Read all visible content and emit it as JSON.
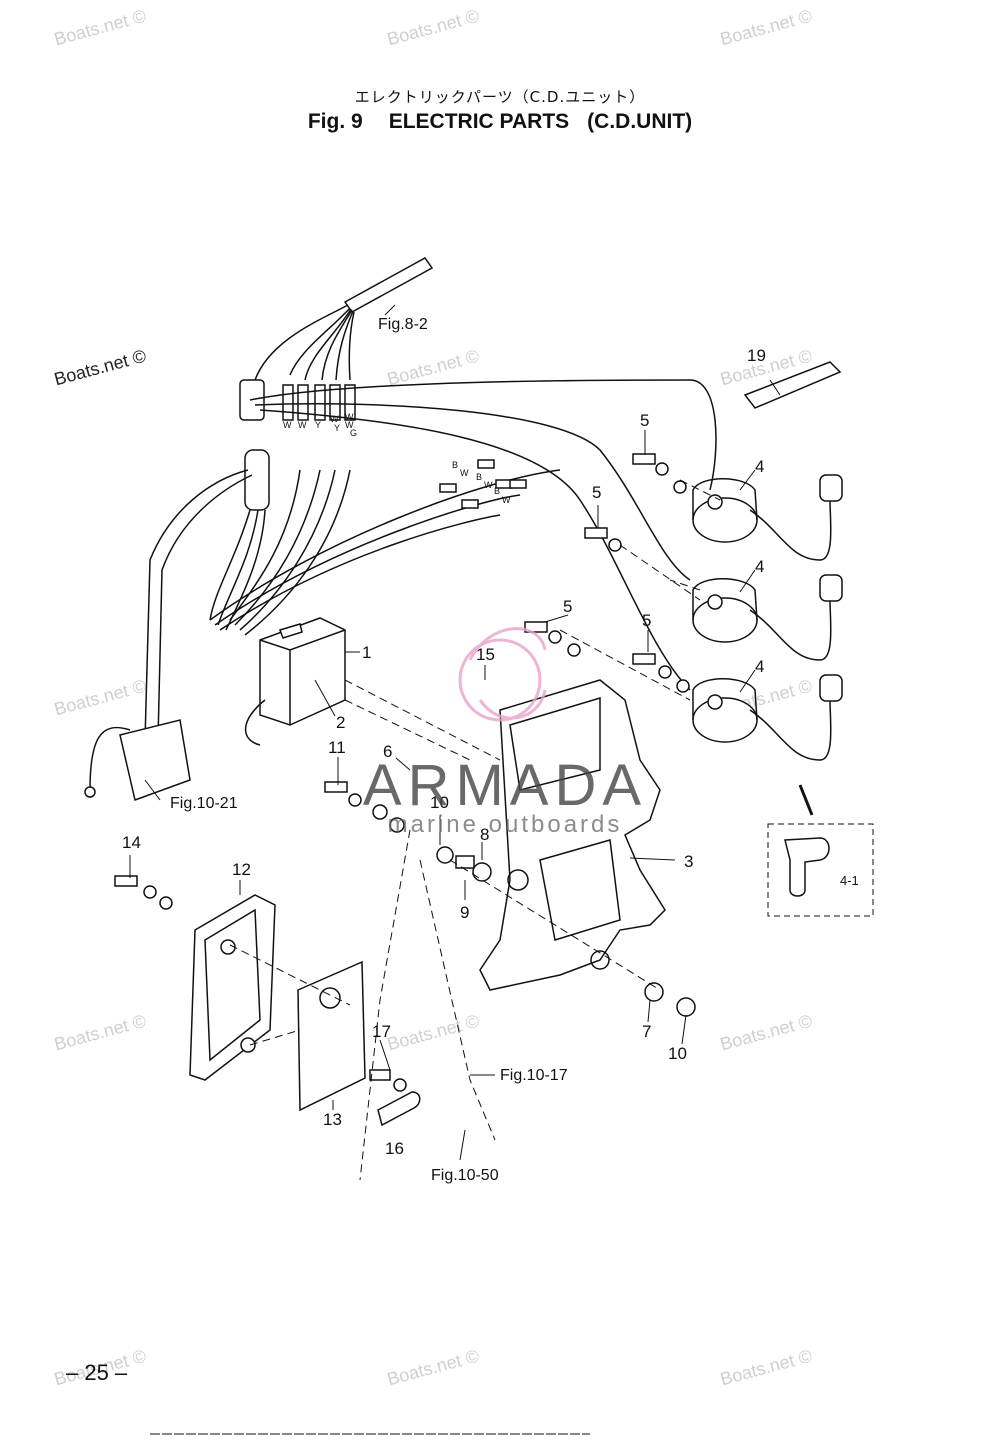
{
  "header": {
    "title_jp": "エレクトリックパーツ（C.D.ユニット）",
    "fig_number": "Fig. 9",
    "title": "ELECTRIC PARTS",
    "subtitle": "(C.D.UNIT)"
  },
  "watermarks": {
    "site": "Boats.net ©",
    "brand_line1": "ARMADA",
    "brand_line2": "marine outboards"
  },
  "callouts": {
    "c1": "1",
    "c2": "2",
    "c3": "3",
    "c4a": "4",
    "c4b": "4",
    "c4c": "4",
    "c41": "4-1",
    "c5a": "5",
    "c5b": "5",
    "c5c": "5",
    "c5d": "5",
    "c6": "6",
    "c7": "7",
    "c8": "8",
    "c9": "9",
    "c10a": "10",
    "c10b": "10",
    "c11": "11",
    "c12": "12",
    "c13": "13",
    "c14": "14",
    "c15": "15",
    "c16": "16",
    "c17": "17",
    "c19": "19"
  },
  "references": {
    "fig82": "Fig.8-2",
    "fig1021": "Fig.10-21",
    "fig1017": "Fig.10-17",
    "fig1050": "Fig.10-50"
  },
  "wire_colors": {
    "w1": "W",
    "w2": "W",
    "w3": "Y",
    "w4": "W",
    "w5": "W",
    "w6": "Y",
    "w7": "W",
    "w8": "G",
    "bw1": "B",
    "bw1b": "W",
    "bw2": "B",
    "bw2b": "W",
    "bw3": "B",
    "bw3b": "W"
  },
  "footer": {
    "page_number": "– 25 –"
  }
}
